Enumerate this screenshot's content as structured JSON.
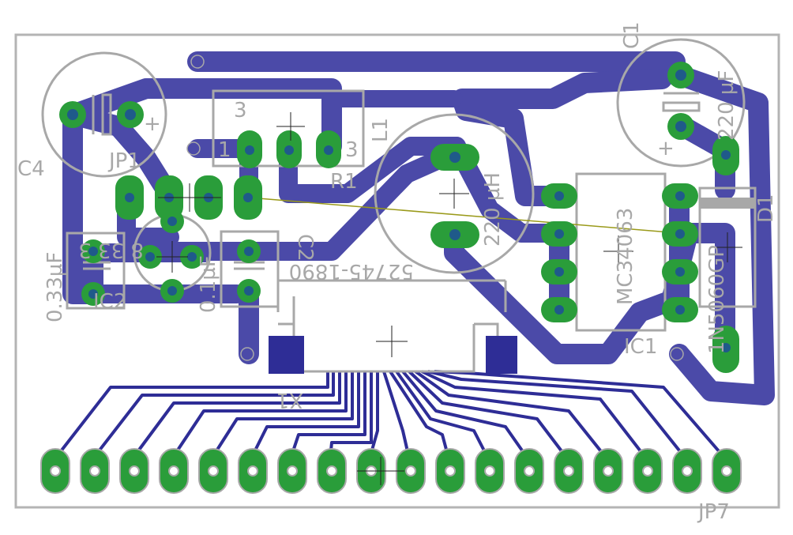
{
  "board": {
    "colors": {
      "background": "#ffffff",
      "trace": "#4b4aa8",
      "trace_outline": "#3a3996",
      "pad": "#2a9d3a",
      "pad_light": "#3fbf52",
      "drill": "#1f5a8a",
      "silkscreen": "#a8a8a8",
      "outline": "#b4b4b4",
      "airwire": "#9a9a1a"
    }
  },
  "labels": {
    "c1": "C1",
    "c1_value": "220 µF",
    "c4": "C4",
    "jp1": "JP1",
    "r1": "R1",
    "l1": "L1",
    "l1_value": "220 µH",
    "l1_pin3": "3",
    "l1_pin1": "1",
    "l1_pin3b": "3",
    "ic2": "IC2",
    "ic2_value": "8 33 3",
    "c033": "0.33µF",
    "c2": "C2",
    "c2_value": "0.1µF",
    "part_5274": "52745-1890",
    "ic1": "IC1",
    "ic1_value": "MC34063",
    "d1": "D1",
    "d1_value": "1N5060GP",
    "x1": "X1",
    "jp7": "JP7"
  }
}
